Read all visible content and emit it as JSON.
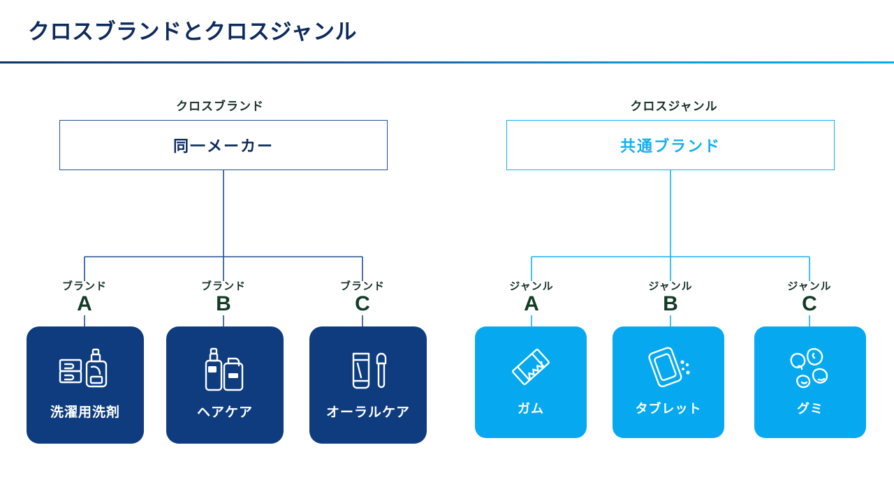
{
  "slide": {
    "title": "クロスブランドとクロスジャンル",
    "title_color": "#0d2a5c",
    "divider_from": "#123163",
    "divider_to": "#00b0f0",
    "background": "#ffffff"
  },
  "panels": [
    {
      "id": "cross-brand",
      "caption": "クロスブランド",
      "root_label": "同一メーカー",
      "accent": "#1f4f93",
      "text_color": "#0d2a5c",
      "branch_kind": "ブランド",
      "branches": [
        {
          "letter": "A",
          "card_label": "洗濯用洗剤",
          "icon": "laundry-detergent-icon"
        },
        {
          "letter": "B",
          "card_label": "ヘアケア",
          "icon": "hair-care-bottles-icon"
        },
        {
          "letter": "C",
          "card_label": "オーラルケア",
          "icon": "toothpaste-toothbrush-icon"
        }
      ],
      "card_color": "#0e3c7e"
    },
    {
      "id": "cross-genre",
      "caption": "クロスジャンル",
      "root_label": "共通ブランド",
      "accent": "#12b0f0",
      "text_color": "#12b0f0",
      "branch_kind": "ジャンル",
      "branches": [
        {
          "letter": "A",
          "card_label": "ガム",
          "icon": "gum-stick-icon"
        },
        {
          "letter": "B",
          "card_label": "タブレット",
          "icon": "tablet-case-icon"
        },
        {
          "letter": "C",
          "card_label": "グミ",
          "icon": "gummy-candies-icon"
        }
      ],
      "card_color": "#06a9ef"
    }
  ]
}
